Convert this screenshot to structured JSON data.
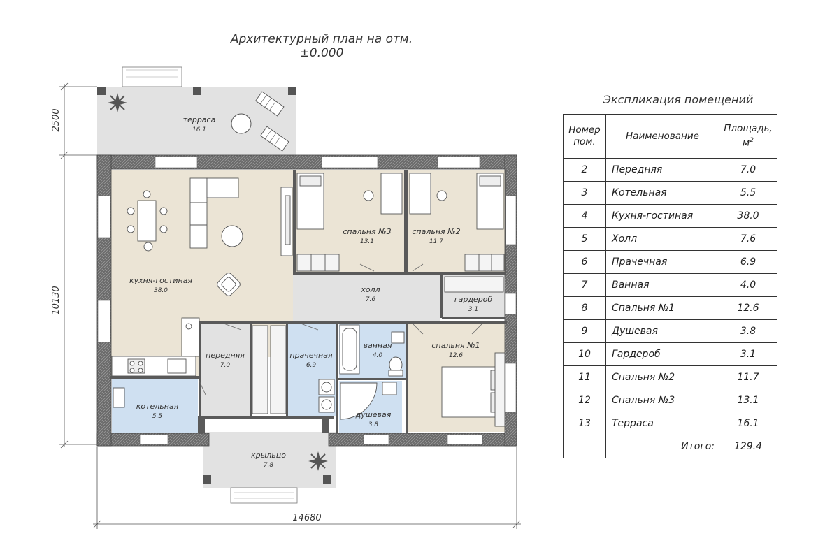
{
  "plan_title": "Архитектурный план на отм.±0.000",
  "dimensions": {
    "width": "14680",
    "height": "10130",
    "terrace_depth": "2500"
  },
  "rooms": [
    {
      "id": "terrace",
      "name": "терраса",
      "area": "16.1"
    },
    {
      "id": "kitchen",
      "name": "кухня-гостиная",
      "area": "38.0"
    },
    {
      "id": "bed3",
      "name": "спальня №3",
      "area": "13.1"
    },
    {
      "id": "bed2",
      "name": "спальня №2",
      "area": "11.7"
    },
    {
      "id": "hall",
      "name": "холл",
      "area": "7.6"
    },
    {
      "id": "ward",
      "name": "гардероб",
      "area": "3.1"
    },
    {
      "id": "front",
      "name": "передняя",
      "area": "7.0"
    },
    {
      "id": "laundry",
      "name": "прачечная",
      "area": "6.9"
    },
    {
      "id": "bath",
      "name": "ванная",
      "area": "4.0"
    },
    {
      "id": "bed1",
      "name": "спальня №1",
      "area": "12.6"
    },
    {
      "id": "boiler",
      "name": "котельная",
      "area": "5.5"
    },
    {
      "id": "shower",
      "name": "душевая",
      "area": "3.8"
    },
    {
      "id": "porch",
      "name": "крыльцо",
      "area": "7.8"
    }
  ],
  "explication": {
    "title": "Экспликация помещений",
    "headers": {
      "number": "Номер пом.",
      "name": "Наименование",
      "area": "Площадь, м",
      "area_sup": "2"
    },
    "rows": [
      {
        "num": "2",
        "name": "Передняя",
        "area": "7.0"
      },
      {
        "num": "3",
        "name": "Котельная",
        "area": "5.5"
      },
      {
        "num": "4",
        "name": "Кухня-гостиная",
        "area": "38.0"
      },
      {
        "num": "5",
        "name": "Холл",
        "area": "7.6"
      },
      {
        "num": "6",
        "name": "Прачечная",
        "area": "6.9"
      },
      {
        "num": "7",
        "name": "Ванная",
        "area": "4.0"
      },
      {
        "num": "8",
        "name": "Спальня №1",
        "area": "12.6"
      },
      {
        "num": "9",
        "name": "Душевая",
        "area": "3.8"
      },
      {
        "num": "10",
        "name": "Гардероб",
        "area": "3.1"
      },
      {
        "num": "11",
        "name": "Спальня №2",
        "area": "11.7"
      },
      {
        "num": "12",
        "name": "Спальня №3",
        "area": "13.1"
      },
      {
        "num": "13",
        "name": "Терраса",
        "area": "16.1"
      }
    ],
    "total_label": "Итого:",
    "total": "129.4"
  },
  "colors": {
    "beige": "#ebe4d5",
    "grey": "#e2e2e2",
    "blue": "#cfe0f1",
    "wall": "#5a5a5a"
  }
}
